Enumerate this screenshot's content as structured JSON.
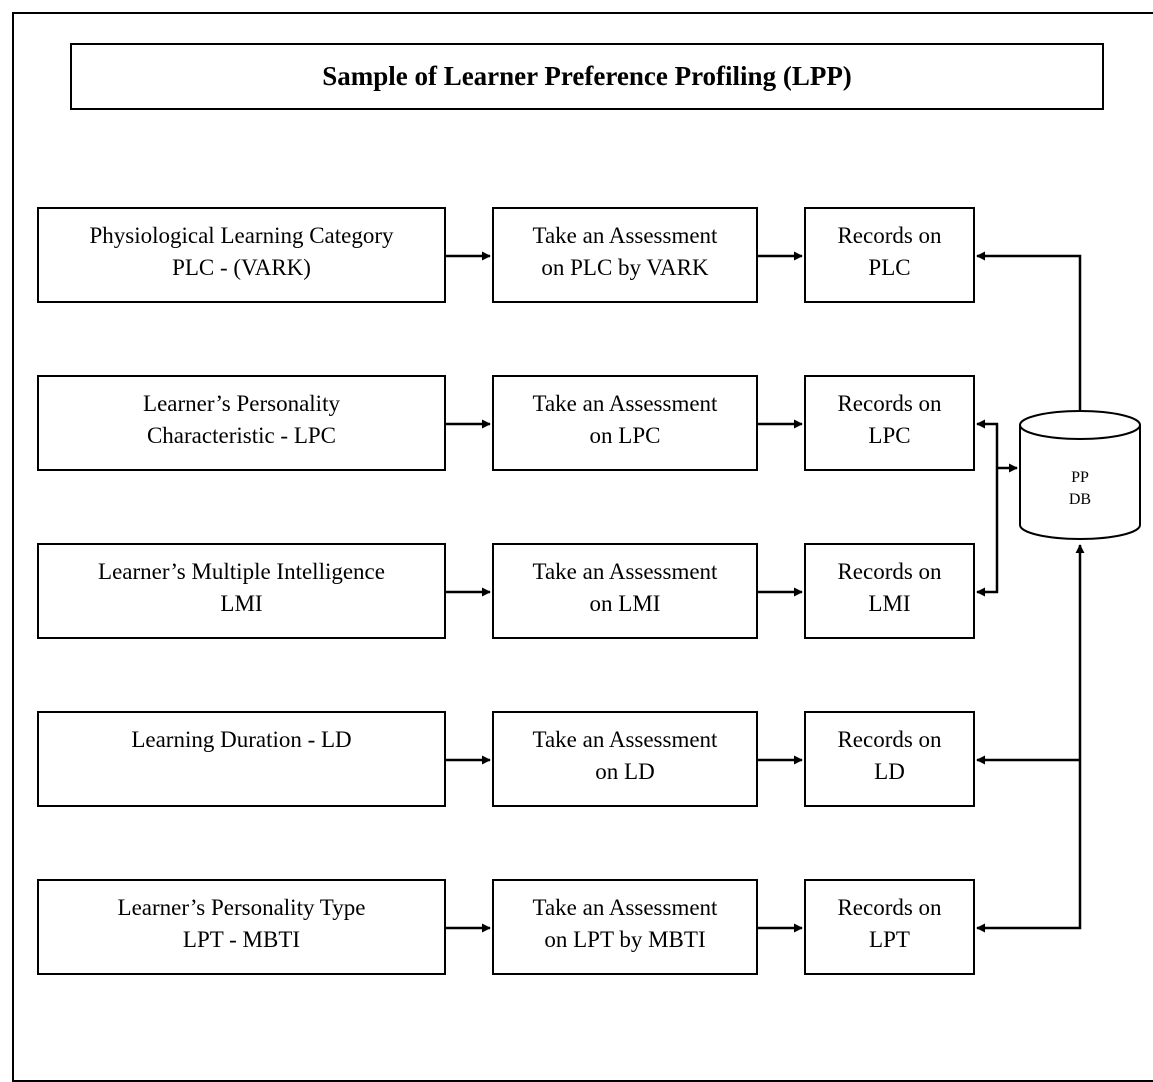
{
  "title": "Sample of Learner Preference Profiling (LPP)",
  "rows": [
    {
      "category": [
        "Physiological Learning Category",
        "PLC - (VARK)"
      ],
      "assessment": [
        "Take an Assessment",
        "on PLC by VARK"
      ],
      "records": [
        "Records on",
        "PLC"
      ]
    },
    {
      "category": [
        "Learner’s Personality",
        "Characteristic - LPC"
      ],
      "assessment": [
        "Take an Assessment",
        "on LPC"
      ],
      "records": [
        "Records on",
        "LPC"
      ]
    },
    {
      "category": [
        "Learner’s Multiple Intelligence",
        "LMI"
      ],
      "assessment": [
        "Take an Assessment",
        "on LMI"
      ],
      "records": [
        "Records on",
        "LMI"
      ]
    },
    {
      "category": [
        "Learning Duration - LD"
      ],
      "assessment": [
        "Take an Assessment",
        "on LD"
      ],
      "records": [
        "Records on",
        "LD"
      ]
    },
    {
      "category": [
        "Learner’s Personality Type",
        "LPT - MBTI"
      ],
      "assessment": [
        "Take an Assessment",
        "on LPT by MBTI"
      ],
      "records": [
        "Records on",
        "LPT"
      ]
    }
  ],
  "database": {
    "label_line1": "PP",
    "label_line2": "DB"
  }
}
